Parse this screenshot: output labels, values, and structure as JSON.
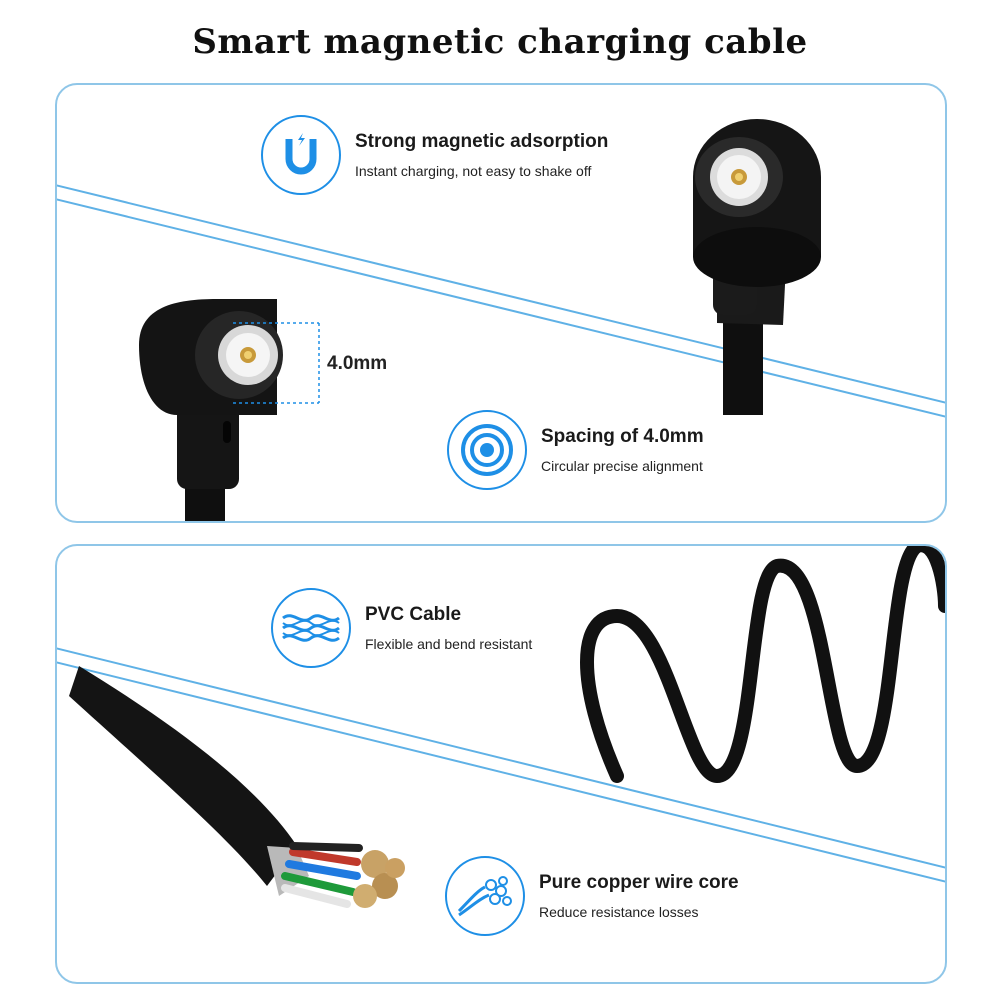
{
  "title": "Smart magnetic charging cable",
  "features": [
    {
      "title": "Strong magnetic adsorption",
      "subtitle": "Instant charging, not easy to shake off",
      "icon": "magnet-icon"
    },
    {
      "title": "Spacing of 4.0mm",
      "subtitle": "Circular precise alignment",
      "icon": "target-icon"
    },
    {
      "title": "PVC Cable",
      "subtitle": "Flexible and bend resistant",
      "icon": "braided-cable-icon"
    },
    {
      "title": "Pure copper wire core",
      "subtitle": "Reduce resistance losses",
      "icon": "wire-strands-icon"
    }
  ],
  "dimension_label": "4.0mm",
  "colors": {
    "accent": "#1e8fe6",
    "panel_border": "#8fc6e8",
    "cable": "#111111"
  }
}
